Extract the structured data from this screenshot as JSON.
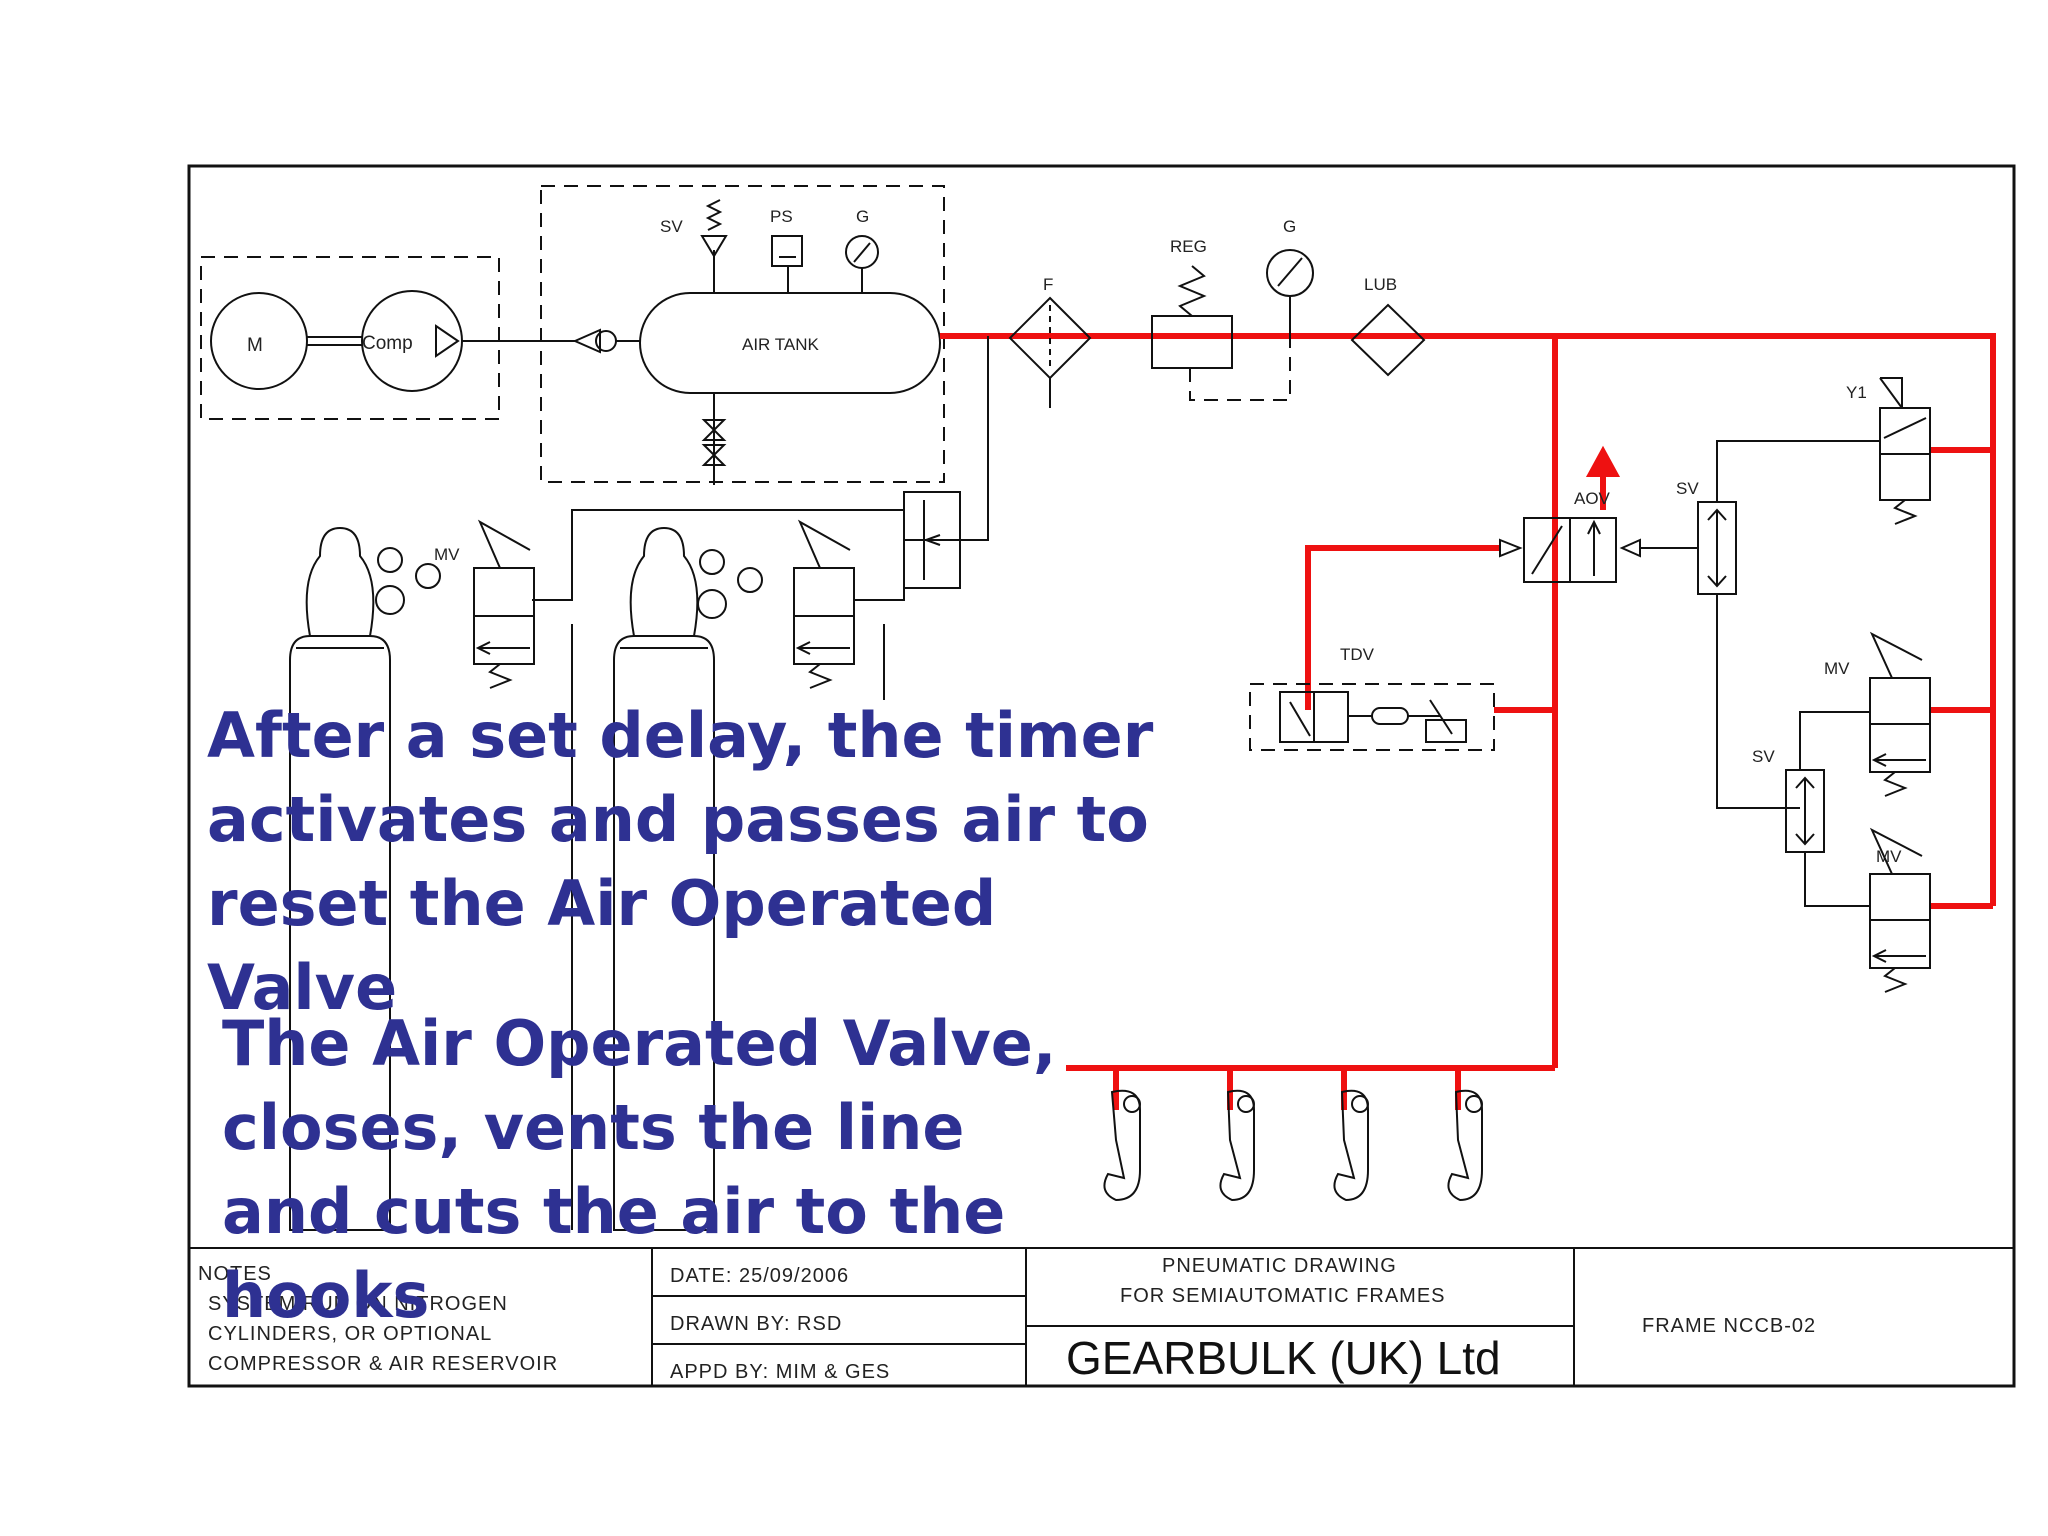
{
  "labels": {
    "motor": "M",
    "compressor": "Comp",
    "air_tank": "AIR TANK",
    "safety_valve": "SV",
    "pressure_switch": "PS",
    "gauge_tank": "G",
    "filter": "F",
    "regulator": "REG",
    "gauge_line": "G",
    "lubricator": "LUB",
    "manual_valve_left": "MV",
    "air_operated_valve": "AOV",
    "shuttle_valve_top": "SV",
    "solenoid_y1": "Y1",
    "timer_delay_valve": "TDV",
    "manual_valve_right_top": "MV",
    "shuttle_valve_bottom": "SV",
    "manual_valve_right_bottom": "MV"
  },
  "captions": {
    "first": "After a set delay, the timer activates and passes air to reset the Air Operated Valve",
    "second": "The Air Operated Valve, closes, vents the line and cuts the air to the hooks"
  },
  "title_block": {
    "notes_heading": "NOTES",
    "notes_line1": "SYSTEM RUN ON NITROGEN",
    "notes_line2": "CYLINDERS, OR OPTIONAL",
    "notes_line3": "COMPRESSOR & AIR RESERVOIR",
    "date": "DATE: 25/09/2006",
    "drawn_by": "DRAWN BY: RSD",
    "approved_by": "APPD BY: MIM & GES",
    "title_line1": "PNEUMATIC DRAWING",
    "title_line2": "FOR SEMIAUTOMATIC FRAMES",
    "company": "GEARBULK (UK) Ltd",
    "drawing_number": "FRAME NCCB-02"
  },
  "colors": {
    "active_line": "#ee1111",
    "caption_text": "#2e3192",
    "line": "#111111"
  }
}
